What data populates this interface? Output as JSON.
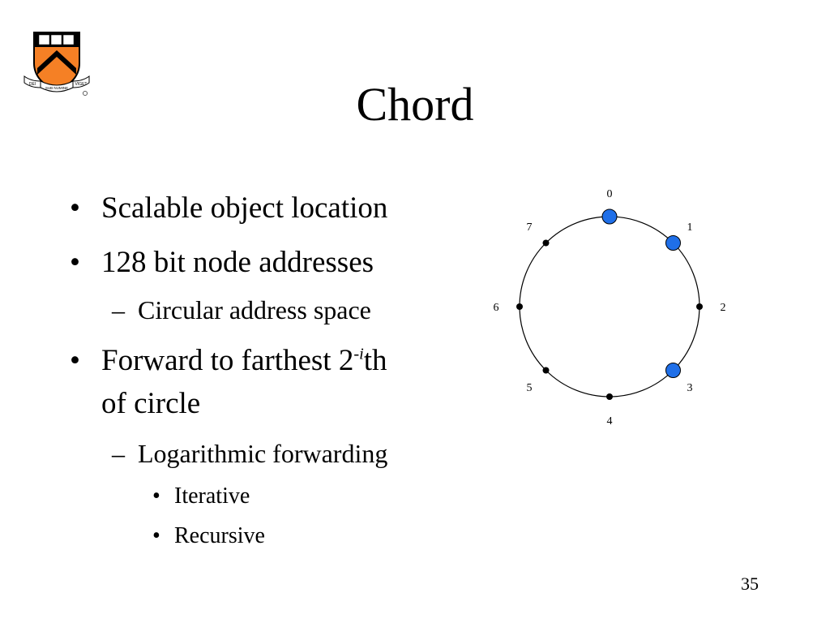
{
  "slide": {
    "title": "Chord",
    "page_number": "35",
    "logo": {
      "name": "princeton-shield",
      "motto_left": "DEI",
      "motto_center": "SUB NUMINE",
      "motto_right": "VIGET",
      "colors": {
        "orange": "#f58025",
        "black": "#000000"
      }
    }
  },
  "bullets": {
    "b1": "Scalable object location",
    "b2": "128 bit node addresses",
    "b2_sub": "Circular address space",
    "b3_prefix": "Forward to farthest 2",
    "b3_sup": "-i",
    "b3_suffix": "th",
    "b3_line2": "of circle",
    "b3_sub": "Logarithmic forwarding",
    "b3_sub_sub1": "Iterative",
    "b3_sub_sub2": "Recursive"
  },
  "markers": {
    "bullet": "•",
    "dash": "–"
  },
  "ring": {
    "labels": [
      "0",
      "1",
      "2",
      "3",
      "4",
      "5",
      "6",
      "7"
    ],
    "highlighted_nodes": [
      "0",
      "1",
      "3"
    ],
    "node_color": "#1f6fe8"
  }
}
